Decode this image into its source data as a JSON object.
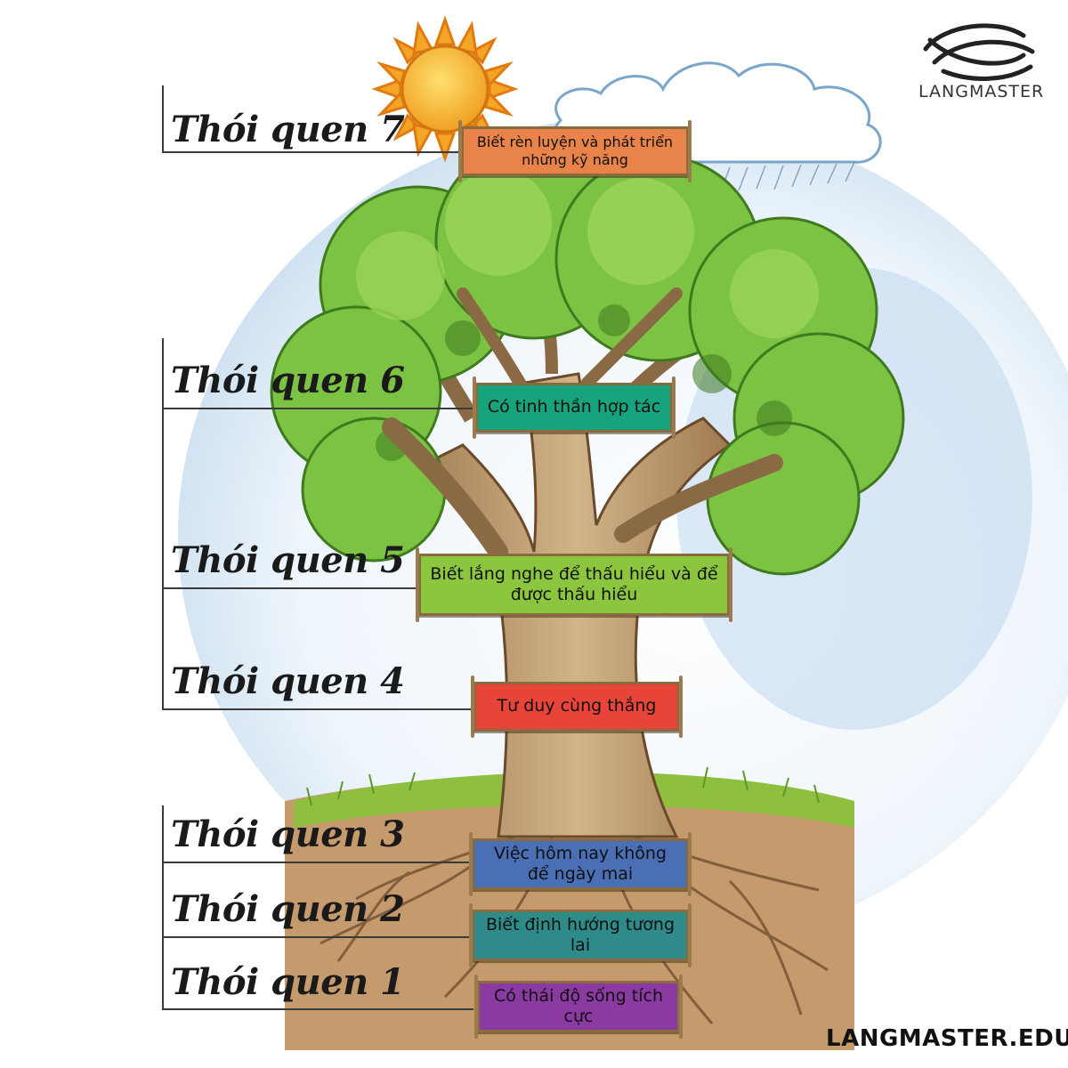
{
  "brand": {
    "logo_text": "LANGMASTER",
    "site_url": "LANGMASTER.EDU.VN"
  },
  "habits": [
    {
      "label": "Thói quen 7",
      "sign_text": "Biết rèn luyện và phát triển những kỹ năng",
      "sign_color": "#e8834a"
    },
    {
      "label": "Thói quen 6",
      "sign_text": "Có tinh thần hợp tác",
      "sign_color": "#17a37c"
    },
    {
      "label": "Thói quen 5",
      "sign_text": "Biết lắng nghe để thấu hiểu và để được thấu hiểu",
      "sign_color": "#8cc63f"
    },
    {
      "label": "Thói quen 4",
      "sign_text": "Tư duy cùng thắng",
      "sign_color": "#e8443a"
    },
    {
      "label": "Thói quen 3",
      "sign_text": "Việc hôm nay không để ngày mai",
      "sign_color": "#4a6fb5"
    },
    {
      "label": "Thói quen 2",
      "sign_text": "Biết định hướng tương lai",
      "sign_color": "#2f8a8a"
    },
    {
      "label": "Thói quen 1",
      "sign_text": "Có thái độ sống tích cực",
      "sign_color": "#8a3aa0"
    }
  ]
}
